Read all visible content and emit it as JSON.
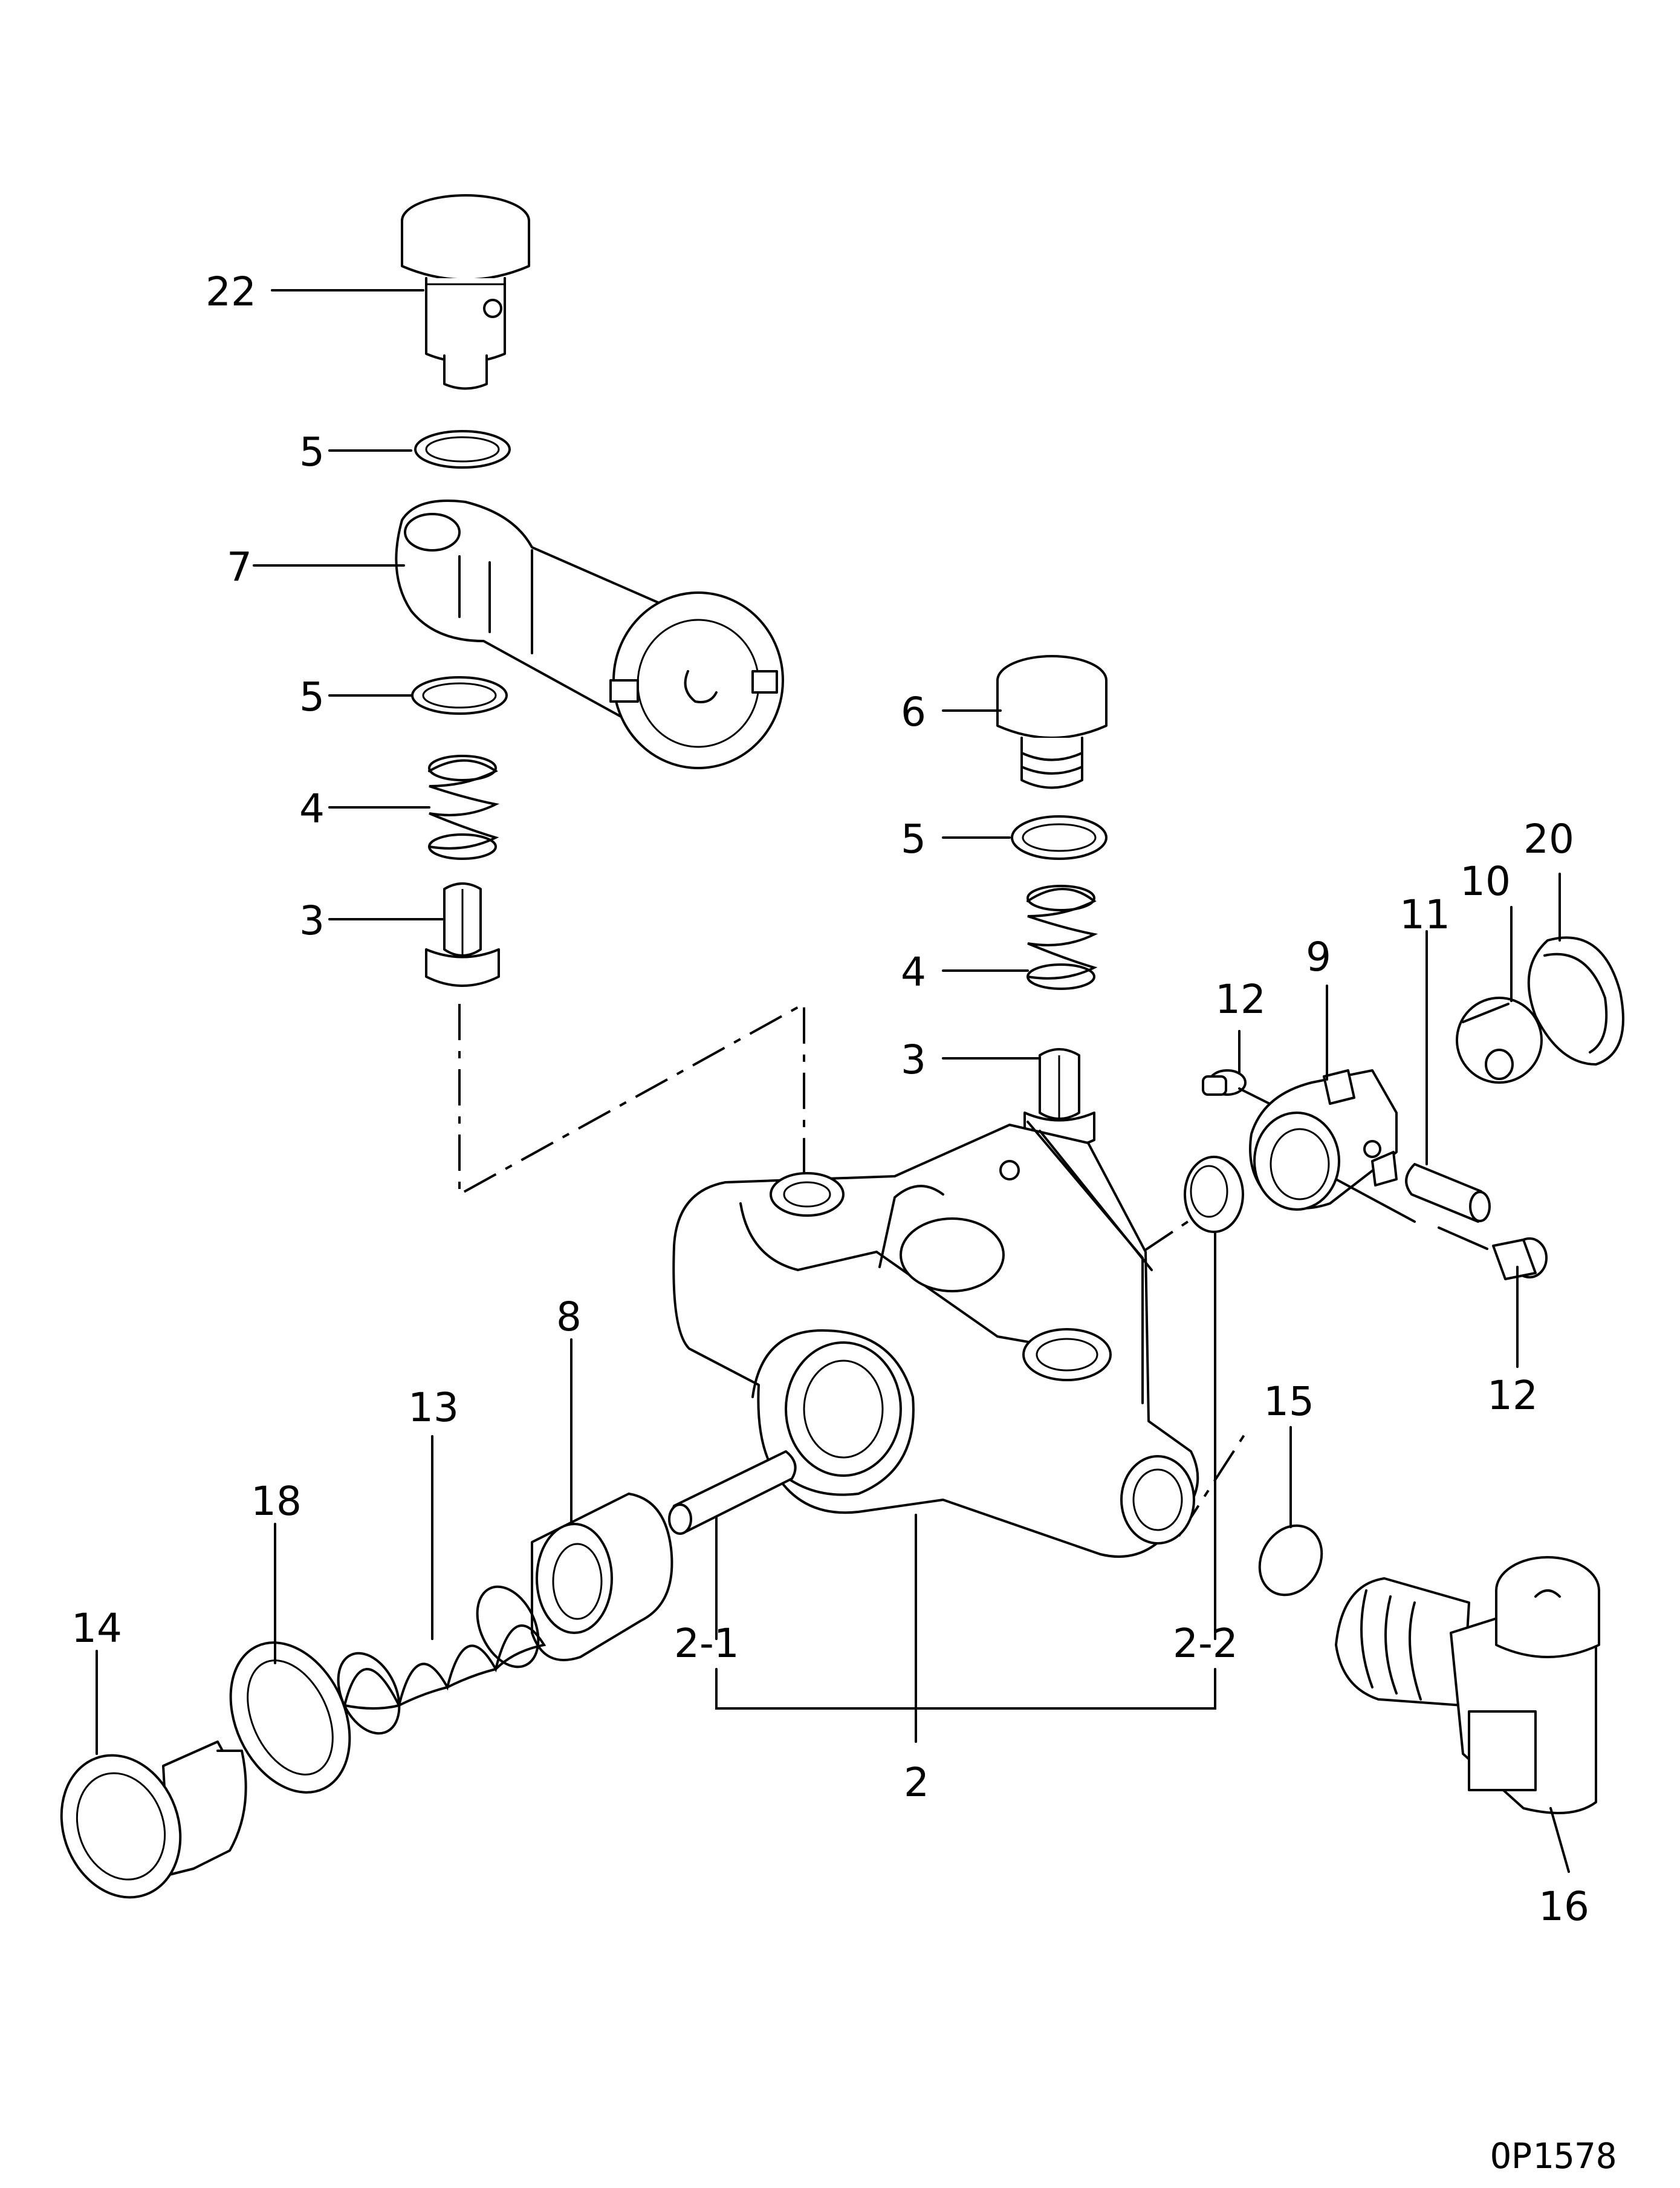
{
  "figure_code": "OP1578",
  "callouts": {
    "c22": "22",
    "c5a": "5",
    "c7": "7",
    "c5b": "5",
    "c4a": "4",
    "c3a": "3",
    "c6": "6",
    "c5c": "5",
    "c4b": "4",
    "c3b": "3",
    "c12a": "12",
    "c9": "9",
    "c11": "11",
    "c10": "10",
    "c20": "20",
    "c12b": "12",
    "c8": "8",
    "c13": "13",
    "c18": "18",
    "c14": "14",
    "c15": "15",
    "c2_1": "2-1",
    "c2_2": "2-2",
    "c2": "2",
    "c16": "16"
  }
}
